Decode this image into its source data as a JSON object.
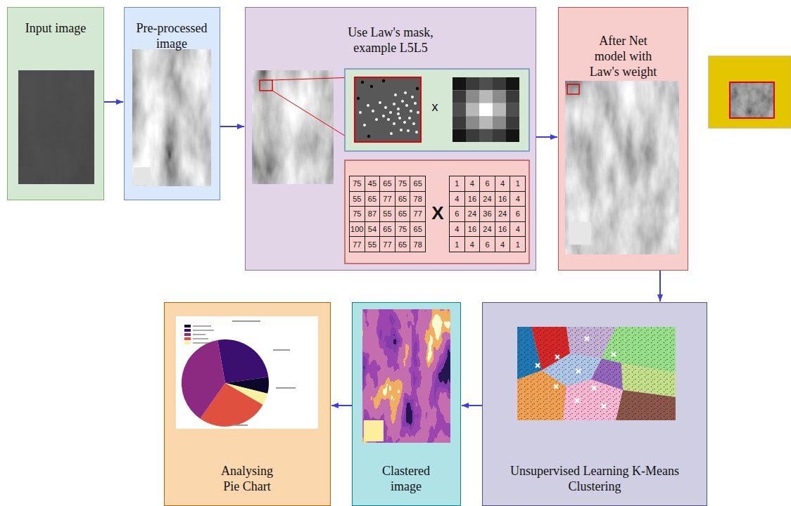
{
  "diagram": {
    "nodes": [
      {
        "text": [
          "Input image"
        ]
      },
      {
        "text": [
          "Pre-processed image"
        ]
      },
      {
        "text": [
          "Use Law's mask, example L5L5"
        ]
      },
      {
        "text": [
          "After Net model with Law's weight"
        ]
      },
      {
        "text": [
          "Unsupervised Learning K-Means Clustering"
        ]
      },
      {
        "text": [
          "Clastered image"
        ]
      },
      {
        "text": [
          "Analysing Pie Chart"
        ]
      }
    ],
    "edges": [
      {
        "from": 0,
        "to": 1,
        "arrow": "to"
      },
      {
        "from": 1,
        "to": 2,
        "arrow": "to"
      },
      {
        "from": 2,
        "to": 3,
        "arrow": "to"
      },
      {
        "from": 3,
        "to": 4,
        "arrow": "to"
      },
      {
        "from": 4,
        "to": 5,
        "arrow": "to"
      },
      {
        "from": 5,
        "to": 6,
        "arrow": "to"
      }
    ],
    "labels": [
      "x",
      "75",
      "45",
      "65",
      "75",
      "65",
      "55",
      "65",
      "77",
      "65",
      "78",
      "75",
      "87",
      "55",
      "65",
      "77",
      "100",
      "54",
      "65",
      "75",
      "65",
      "77",
      "55",
      "77",
      "65",
      "78",
      "X",
      "1",
      "4",
      "6",
      "4",
      "1",
      "4",
      "16",
      "24",
      "16",
      "4",
      "6",
      "24",
      "36",
      "24",
      "6",
      "4",
      "16",
      "24",
      "16",
      "4",
      "1",
      "4",
      "6",
      "4",
      "1"
    ]
  }
}
